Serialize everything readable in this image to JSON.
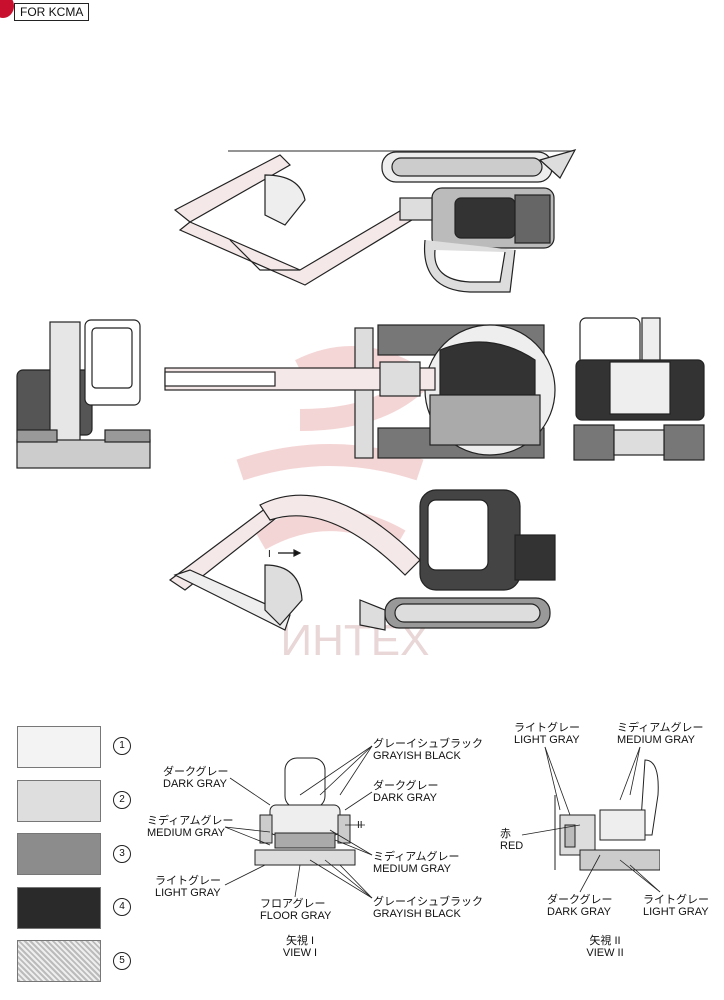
{
  "header": {
    "tag": "FOR KCMA"
  },
  "watermark": {
    "text": "ИНТЕХ",
    "color": "#e8b0b0"
  },
  "legend": [
    {
      "number": "1",
      "color": "#f3f3f3"
    },
    {
      "number": "2",
      "color": "#dedede"
    },
    {
      "number": "3",
      "color": "#8c8c8c"
    },
    {
      "number": "4",
      "color": "#2a2a2a"
    },
    {
      "number": "5",
      "color": "#c9c9c9"
    }
  ],
  "view1": {
    "labels": [
      {
        "jp": "グレーイシュブラック",
        "en": "GRAYISH BLACK"
      },
      {
        "jp": "ダークグレー",
        "en": "DARK GRAY"
      },
      {
        "jp": "ダークグレー",
        "en": "DARK GRAY"
      },
      {
        "jp": "ミディアムグレー",
        "en": "MEDIUM GRAY"
      },
      {
        "jp": "ミディアムグレー",
        "en": "MEDIUM GRAY"
      },
      {
        "jp": "ライトグレー",
        "en": "LIGHT GRAY"
      },
      {
        "jp": "フロアグレー",
        "en": "FLOOR GRAY"
      },
      {
        "jp": "グレーイシュブラック",
        "en": "GRAYISH BLACK"
      }
    ],
    "arrow_marker": "II",
    "caption_jp": "矢視 I",
    "caption_en": "VIEW I"
  },
  "view2": {
    "labels": [
      {
        "jp": "ライトグレー",
        "en": "LIGHT GRAY"
      },
      {
        "jp": "ミディアムグレー",
        "en": "MEDIUM GRAY"
      },
      {
        "jp": "赤",
        "en": "RED"
      },
      {
        "jp": "ダークグレー",
        "en": "DARK GRAY"
      },
      {
        "jp": "ライトグレー",
        "en": "LIGHT GRAY"
      }
    ],
    "caption_jp": "矢視 II",
    "caption_en": "VIEW II"
  },
  "side_view_marker": "I"
}
